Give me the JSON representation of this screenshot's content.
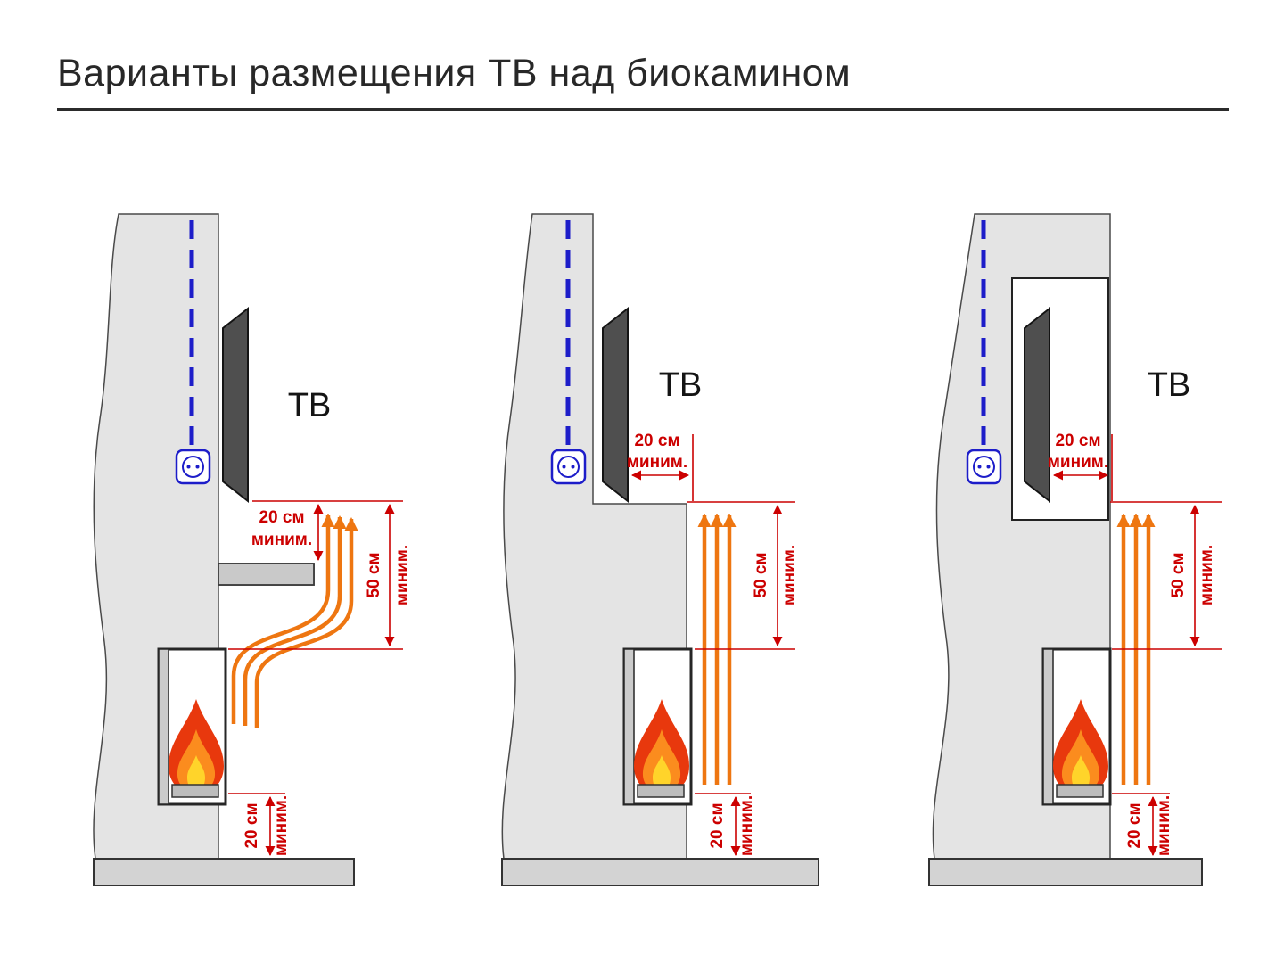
{
  "title": "Варианты размещения ТВ над биокамином",
  "colors": {
    "dimension_red": "#cc0000",
    "heat_orange": "#ee7611",
    "cable_blue": "#1d1dc9",
    "wall_gray": "#e4e4e4",
    "tv_gray": "#4f4f4f",
    "flame_outer": "#e8380d",
    "flame_mid": "#fb8c1e",
    "flame_core": "#ffd42a"
  },
  "panels": [
    {
      "tv_label": "ТВ",
      "dim_top": {
        "value": "20 см",
        "unit": "миним."
      },
      "dim_middle": {
        "value": "50 см",
        "unit": "миним."
      },
      "dim_bottom": {
        "value": "20 см",
        "unit": "миним."
      }
    },
    {
      "tv_label": "ТВ",
      "dim_top": {
        "value": "20 см",
        "unit": "миним."
      },
      "dim_middle": {
        "value": "50 см",
        "unit": "миним."
      },
      "dim_bottom": {
        "value": "20 см",
        "unit": "миним."
      }
    },
    {
      "tv_label": "ТВ",
      "dim_top": {
        "value": "20 см",
        "unit": "миним."
      },
      "dim_middle": {
        "value": "50 см",
        "unit": "миним."
      },
      "dim_bottom": {
        "value": "20 см",
        "unit": "миним."
      }
    }
  ]
}
